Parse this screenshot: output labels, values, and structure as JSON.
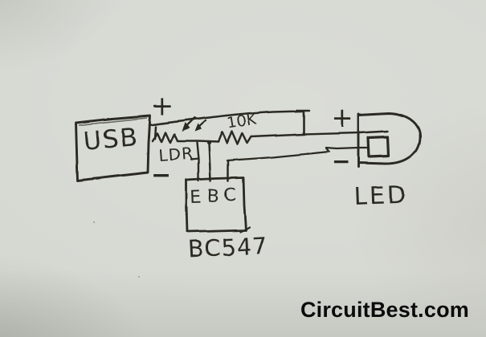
{
  "diagram": {
    "watermark": "CircuitBest.com",
    "usb": {
      "label": "USB",
      "plus_sign": "+",
      "minus_sign": "−"
    },
    "ldr": {
      "label": "LDR"
    },
    "resistor": {
      "label": "10K"
    },
    "transistor": {
      "pin_e": "E",
      "pin_b": "B",
      "pin_c": "C",
      "label": "BC547"
    },
    "led": {
      "label": "LED",
      "plus_sign": "+",
      "minus_sign": "−"
    },
    "colors": {
      "ink": "#2b2a23",
      "paper": "#d6d8d2",
      "watermark_text": "#0b0b0b"
    }
  }
}
